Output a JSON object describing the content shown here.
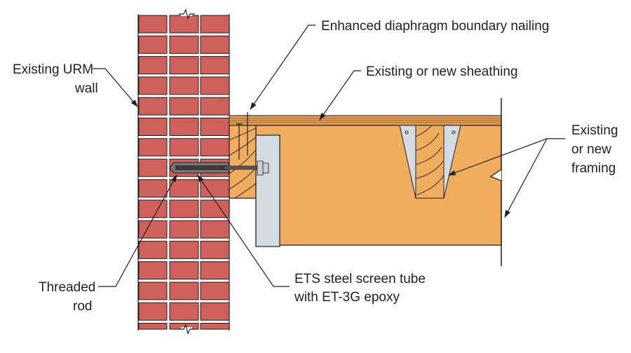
{
  "labels": {
    "nailing": "Enhanced diaphragm boundary nailing",
    "sheathing": "Existing or new sheathing",
    "wall_line1": "Existing URM",
    "wall_line2": "wall",
    "framing_line1": "Existing",
    "framing_line2": "or new",
    "framing_line3": "framing",
    "rod_line1": "Threaded",
    "rod_line2": "rod",
    "tube_line1": "ETS steel screen tube",
    "tube_line2": "with ET-3G epoxy"
  },
  "colors": {
    "brick": "#d0605a",
    "wood": "#f0ad5e",
    "steel": "#d3dce3",
    "line": "#231f20"
  }
}
